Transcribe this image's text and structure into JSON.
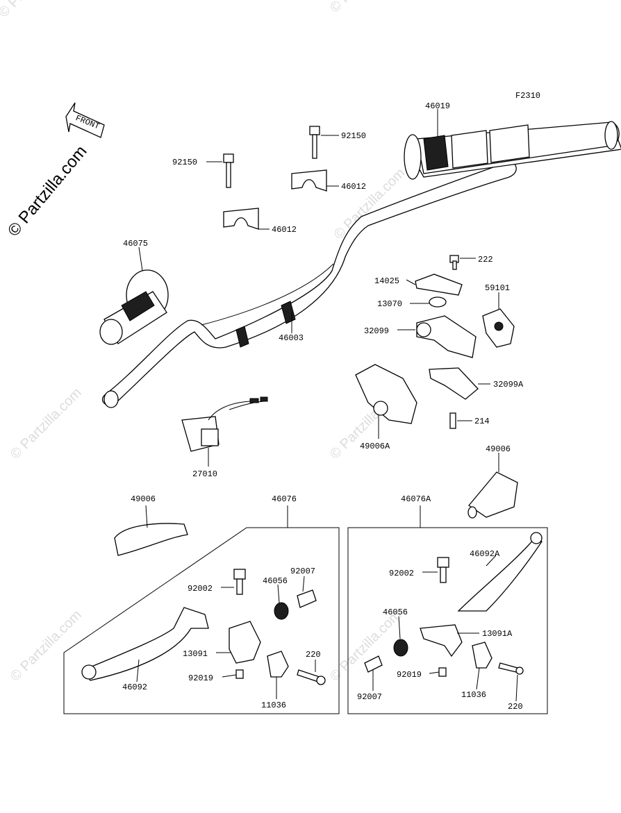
{
  "diagram": {
    "code": "F2310",
    "front_label": "FRONT",
    "watermark": "© Partzilla.com",
    "parts": [
      {
        "id": "46019"
      },
      {
        "id": "92150"
      },
      {
        "id": "92150"
      },
      {
        "id": "46012"
      },
      {
        "id": "46012"
      },
      {
        "id": "46075"
      },
      {
        "id": "46003"
      },
      {
        "id": "222"
      },
      {
        "id": "14025"
      },
      {
        "id": "59101"
      },
      {
        "id": "13070"
      },
      {
        "id": "32099"
      },
      {
        "id": "32099A"
      },
      {
        "id": "214"
      },
      {
        "id": "49006A"
      },
      {
        "id": "27010"
      },
      {
        "id": "49006"
      },
      {
        "id": "49006"
      },
      {
        "id": "46076"
      },
      {
        "id": "46076A"
      },
      {
        "id": "92002"
      },
      {
        "id": "46056"
      },
      {
        "id": "92007"
      },
      {
        "id": "13091"
      },
      {
        "id": "220"
      },
      {
        "id": "92019"
      },
      {
        "id": "46092"
      },
      {
        "id": "11036"
      },
      {
        "id": "92002"
      },
      {
        "id": "46092A"
      },
      {
        "id": "46056"
      },
      {
        "id": "13091A"
      },
      {
        "id": "92007"
      },
      {
        "id": "92019"
      },
      {
        "id": "11036"
      },
      {
        "id": "220"
      }
    ]
  }
}
